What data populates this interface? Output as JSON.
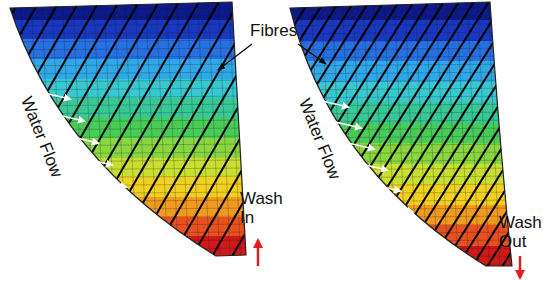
{
  "diagram": {
    "labels": [
      "Fibres",
      "Water Flow",
      "Wash In",
      "Water Flow",
      "Wash Out"
    ]
  }
}
